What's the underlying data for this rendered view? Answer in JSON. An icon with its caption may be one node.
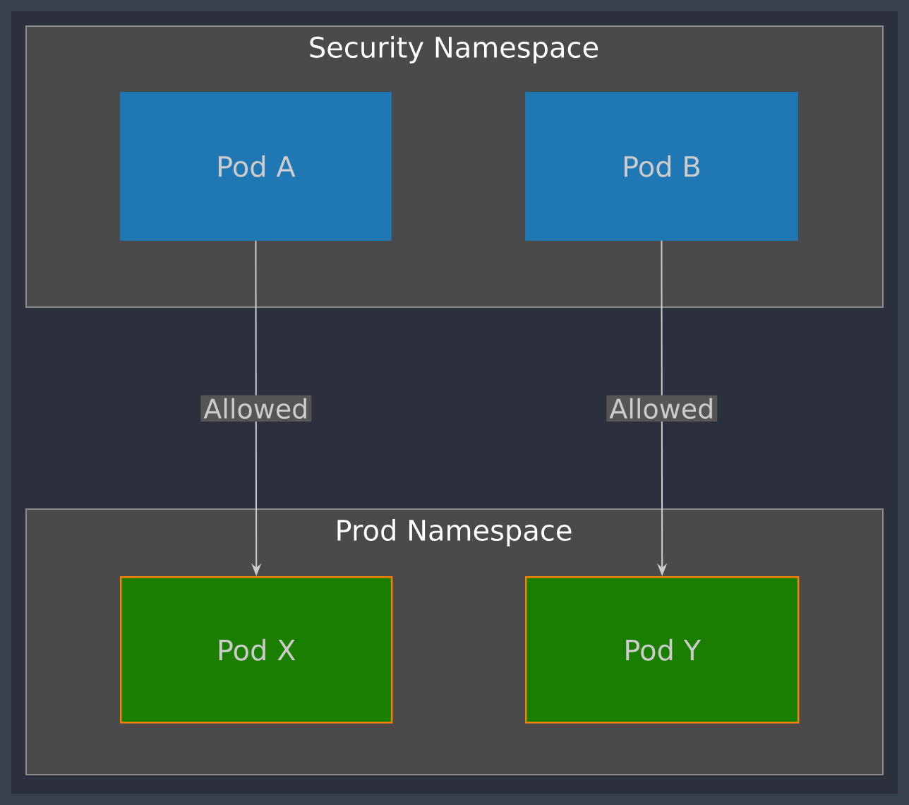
{
  "diagram": {
    "nodes": [
      {
        "text": [
          "Security Namespace"
        ]
      },
      {
        "text": [
          "Pod A"
        ],
        "in": 0
      },
      {
        "text": [
          "Pod B"
        ],
        "in": 0
      },
      {
        "text": [
          "Prod Namespace"
        ]
      },
      {
        "text": [
          "Pod X"
        ],
        "in": 3
      },
      {
        "text": [
          "Pod Y"
        ],
        "in": 3
      }
    ],
    "edges": [
      {
        "from": 1,
        "to": 4,
        "arrow": "to",
        "label": "Allowed"
      },
      {
        "from": 2,
        "to": 5,
        "arrow": "to",
        "label": "Allowed"
      }
    ]
  }
}
